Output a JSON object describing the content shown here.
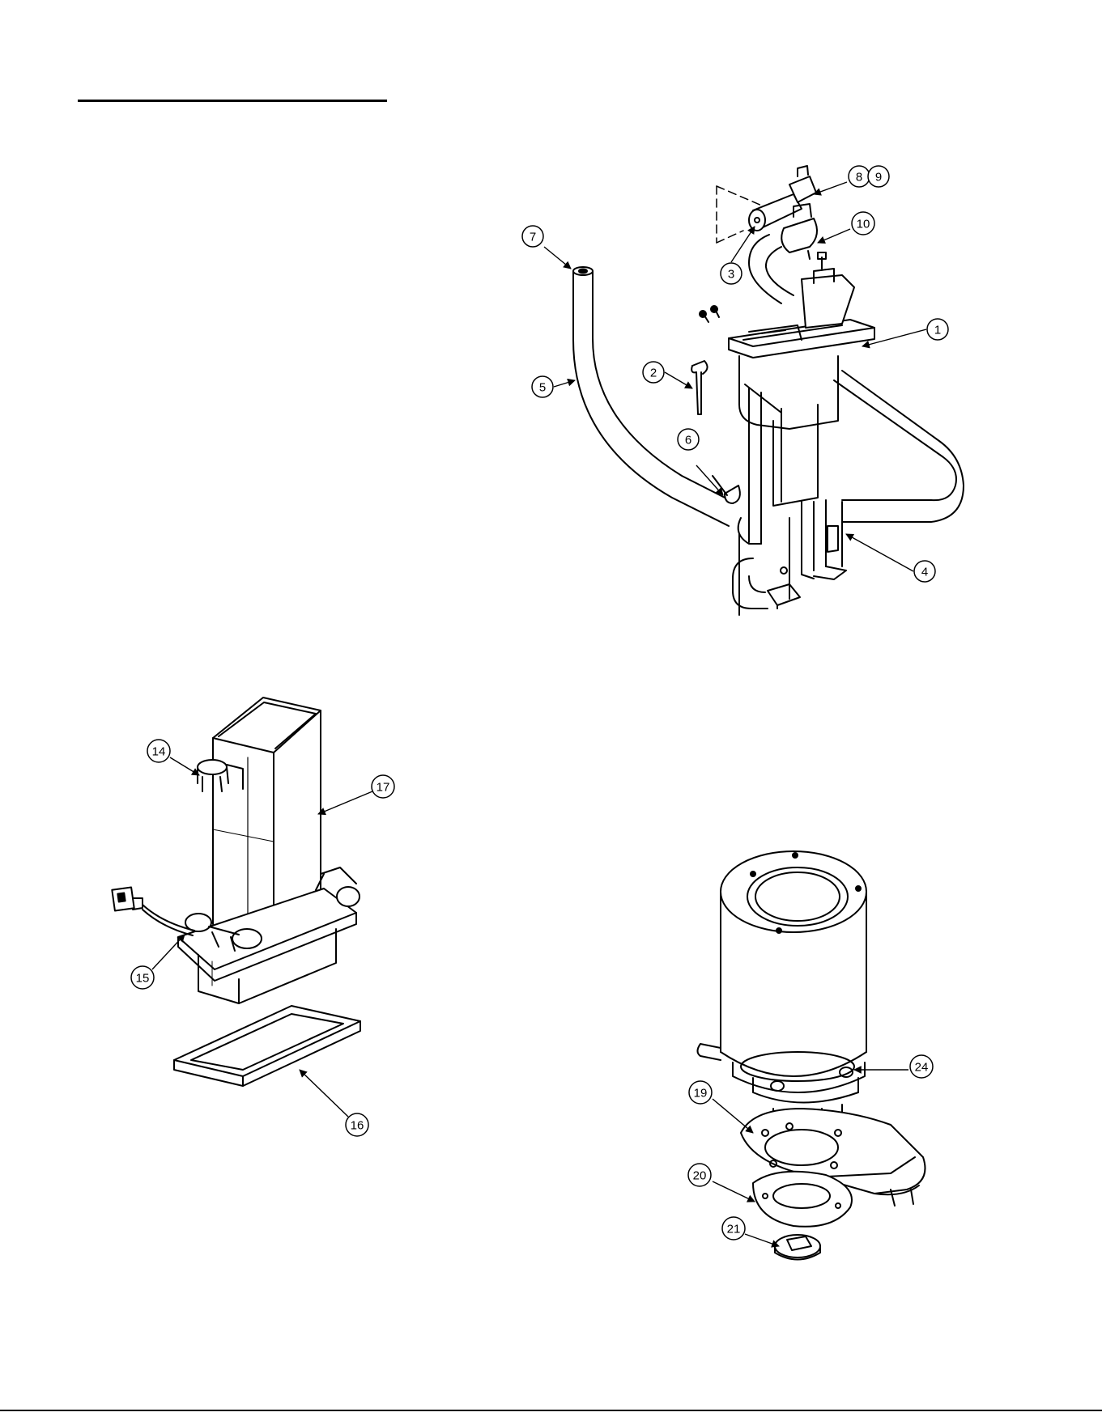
{
  "drawing": {
    "assemblies": [
      {
        "id": "tube-assembly",
        "callouts": [
          "1",
          "2",
          "3",
          "4",
          "5",
          "6",
          "7",
          "8",
          "9",
          "10"
        ]
      },
      {
        "id": "canister-assembly",
        "callouts": [
          "14",
          "15",
          "16",
          "17"
        ]
      },
      {
        "id": "motor-assembly",
        "callouts": [
          "19",
          "20",
          "21",
          "24"
        ]
      }
    ]
  },
  "callouts": [
    {
      "id": "c1",
      "label": "1"
    },
    {
      "id": "c2",
      "label": "2"
    },
    {
      "id": "c3",
      "label": "3"
    },
    {
      "id": "c4",
      "label": "4"
    },
    {
      "id": "c5",
      "label": "5"
    },
    {
      "id": "c6",
      "label": "6"
    },
    {
      "id": "c7",
      "label": "7"
    },
    {
      "id": "c8",
      "label": "8"
    },
    {
      "id": "c9",
      "label": "9"
    },
    {
      "id": "c10",
      "label": "10"
    },
    {
      "id": "c14",
      "label": "14"
    },
    {
      "id": "c15",
      "label": "15"
    },
    {
      "id": "c16",
      "label": "16"
    },
    {
      "id": "c17",
      "label": "17"
    },
    {
      "id": "c19",
      "label": "19"
    },
    {
      "id": "c20",
      "label": "20"
    },
    {
      "id": "c21",
      "label": "21"
    },
    {
      "id": "c24",
      "label": "24"
    }
  ],
  "colors": {
    "line": "#000000",
    "paper": "#ffffff",
    "shade": "#e6e6e6"
  }
}
